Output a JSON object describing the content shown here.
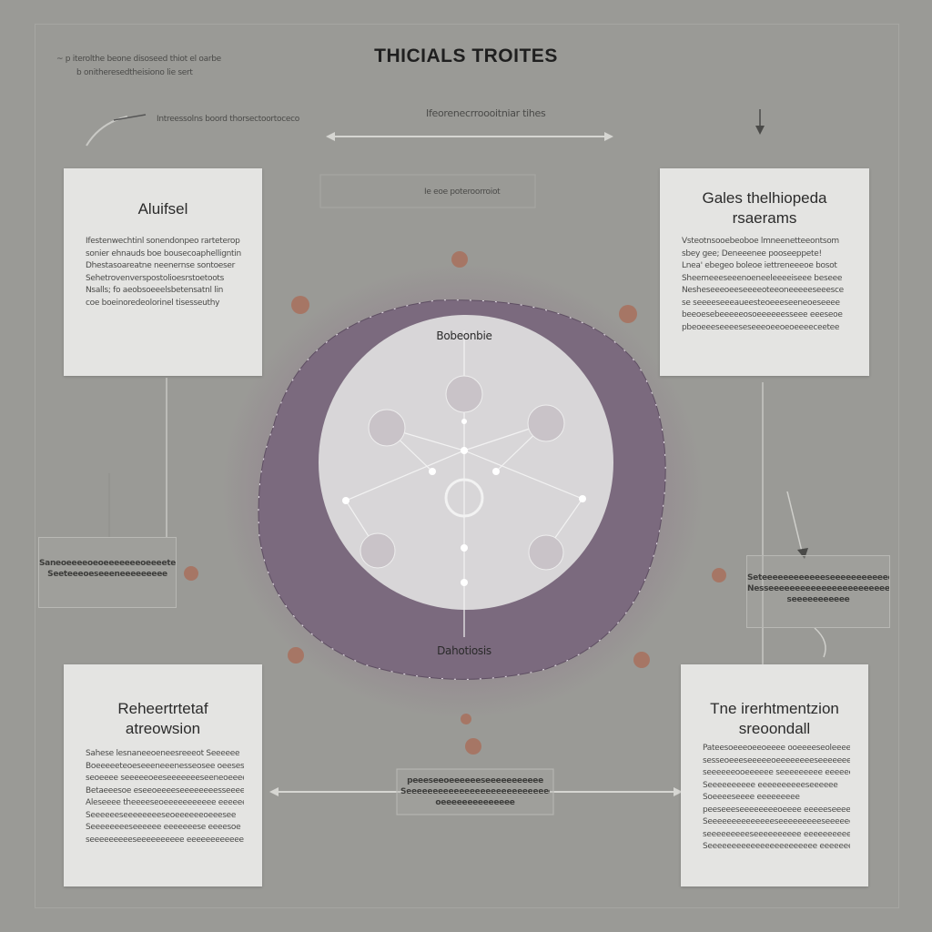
{
  "title": "THICIALS TROITES",
  "top_notes": {
    "left_line_1": "~ p iterolthe beone disoseed thiot el oarbe",
    "left_line_2": "b onitheresedtheisiono lie sert",
    "mid_left": "Intreessolns boord thorsectoortoceco",
    "mid_center": "Ifeorenecrroooitniar tihes",
    "center_box": "Ie eoe poteroorroiot"
  },
  "cards": {
    "top_left": {
      "title": "Aluifsel",
      "lines": [
        "Ifestenwechtinl sonendonpeo rarteterop",
        "sonier ehnauds boe bousecoaphelligntin",
        "Dhestasoareatne neenernse sontoeser",
        "Sehetrovenverspostolioesrstoetoots",
        "Nsalls; fo aeobsoeeelsbetensatnl lin",
        "coe boeinoredeolorinel tisesseuthy"
      ]
    },
    "top_right": {
      "title": "Gales thelhiopeda\nrsaerams",
      "lines": [
        "Vsteotnsooebeoboe lmneenetteeontsom",
        "sbey gee; Deneeenee pooseeppete!",
        "Lnea' ebegeo boleoe iettreneeeoe bosot",
        "Sheemeeeseeenoeneeleeeeiseee beseee",
        "Nesheseeeoeeseeeeoteeoneeeeeseeesce",
        "se seeeeseeeaueesteoeeeseeneoeseeee",
        "beeoesebeeeeeosoeeeeeesseee eeeseoe",
        "pbeoeeeseeeeseseeeoeeoeoeeeeceetee"
      ]
    },
    "bottom_left": {
      "title": "Reheertrtetaf\natreowsion",
      "lines": [
        "Sahese lesnaneeoeneesreeeot Seeeeee",
        "Boeeeeeteoeseeeneeenesseosee oeeses",
        "seoeeee seeeeeoeeseeeeeeeseeneoeeeee",
        "Betaeeesoe eseeoeeeeseeeeeeeesseeeeeoe",
        "Aleseeee theeeeseoeeeeeeeeeee eeeeeeee",
        "Seeeeeeseeeeeeeeseoeeeeeeoeeesee",
        "Seeeeeeeeseeeeee eeeeeeese eeeesoe",
        "seeeeeeeeeseeeeeeeeee eeeeeeeeeeeee"
      ]
    },
    "bottom_right": {
      "title": "Tne irerhtmentzion\nsreoondall",
      "lines": [
        "Pateesoeeeoeeoeeee ooeeeeseoleeeee",
        "sesseoeeeseeeeeoeeeeeeeeseeeeeeeee",
        "seeeeeeooeeeeee seeeeeeeee eeeeeee",
        "Seeeeeeeeee eeeeeeeeeeseeeeee",
        "Soeeeeseeee eeeeeeeee",
        "peeseeeseeeeeeeeoeeee eeeeeseeee",
        "Seeeeeeeeeeeeeeseeeeeeeeeseeeeee",
        "seeeeeeeeeseeeeeeeeee eeeeeeeeeeeee",
        "Seeeeeeeeeeeeeeeeeeeeeee eeeeeeee"
      ]
    }
  },
  "side_notes": {
    "left": [
      "Saneoeeeeoeoeeeeeeeoeeeeteenr",
      "Seeteeeoeseeeneeeeeeeee"
    ],
    "right": [
      "Seteeeeeeeeeeeeseeeeeeeeeeeeee",
      "Nesseeeeeeeeeeeeeeeeeeeeeee",
      "seeeeeeeeeee"
    ],
    "bottom_center": [
      "peeeseeoeeeeeeseeeeeeeeeee",
      "Seeeeeeeeeeeeeeeeeeeeeeeeeeee",
      "oeeeeeeeeeeeeee"
    ]
  },
  "diagram": {
    "top_label": "Bobeonbie",
    "bottom_label": "Dahotiosis",
    "ring_color": "#7b6a7e",
    "disc_color": "#d8d6d8",
    "accent_color": "#c45a3c"
  }
}
